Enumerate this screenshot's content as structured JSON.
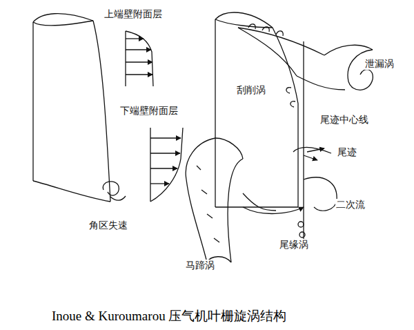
{
  "diagram": {
    "caption": "Inoue & Kuroumarou 压气机叶栅旋涡结构",
    "labels": [
      "上端壁附面层",
      "下端壁附面层",
      "角区失速",
      "刮削涡",
      "泄漏涡",
      "尾迹中心线",
      "尾迹",
      "二次流",
      "尾缘涡",
      "马蹄涡"
    ]
  }
}
